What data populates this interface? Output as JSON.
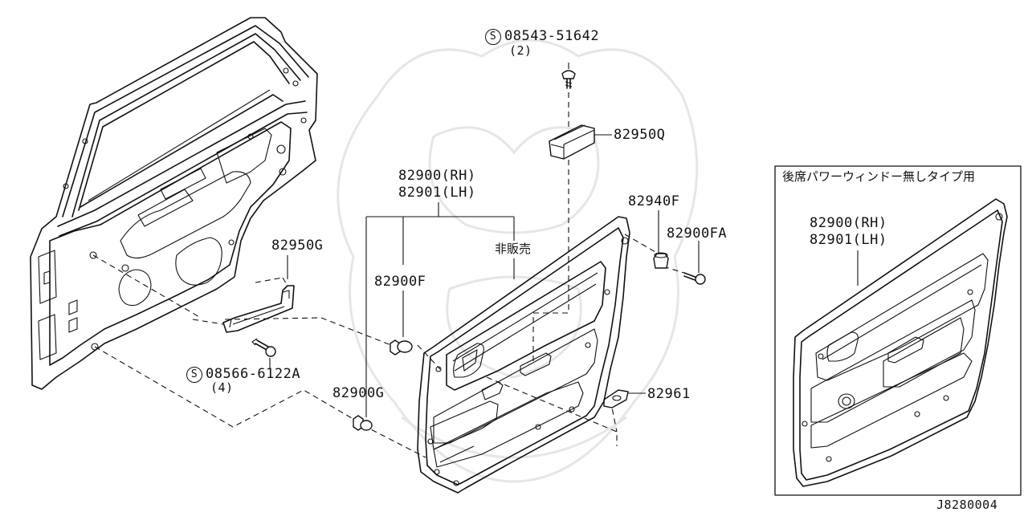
{
  "diagram": {
    "parts": {
      "screw_top": {
        "code": "08543-51642",
        "qty": "(2)"
      },
      "switch_finisher": "82950Q",
      "main_label_rh": "82900(RH)",
      "main_label_lh": "82901(LH)",
      "not_sold": "非販売",
      "clip_f": "82900F",
      "clip_g": "82900G",
      "bracket": "82950G",
      "screw_bottom": {
        "code": "08566-6122A",
        "qty": "(4)"
      },
      "grommet": "82940F",
      "screw_fa": "82900FA",
      "escutcheon": "82961"
    },
    "inset": {
      "title": "後席パワーウィンドー無しタイプ用",
      "label_rh": "82900(RH)",
      "label_lh": "82901(LH)"
    },
    "s_symbol": "S",
    "diagram_id": "J8280004"
  }
}
